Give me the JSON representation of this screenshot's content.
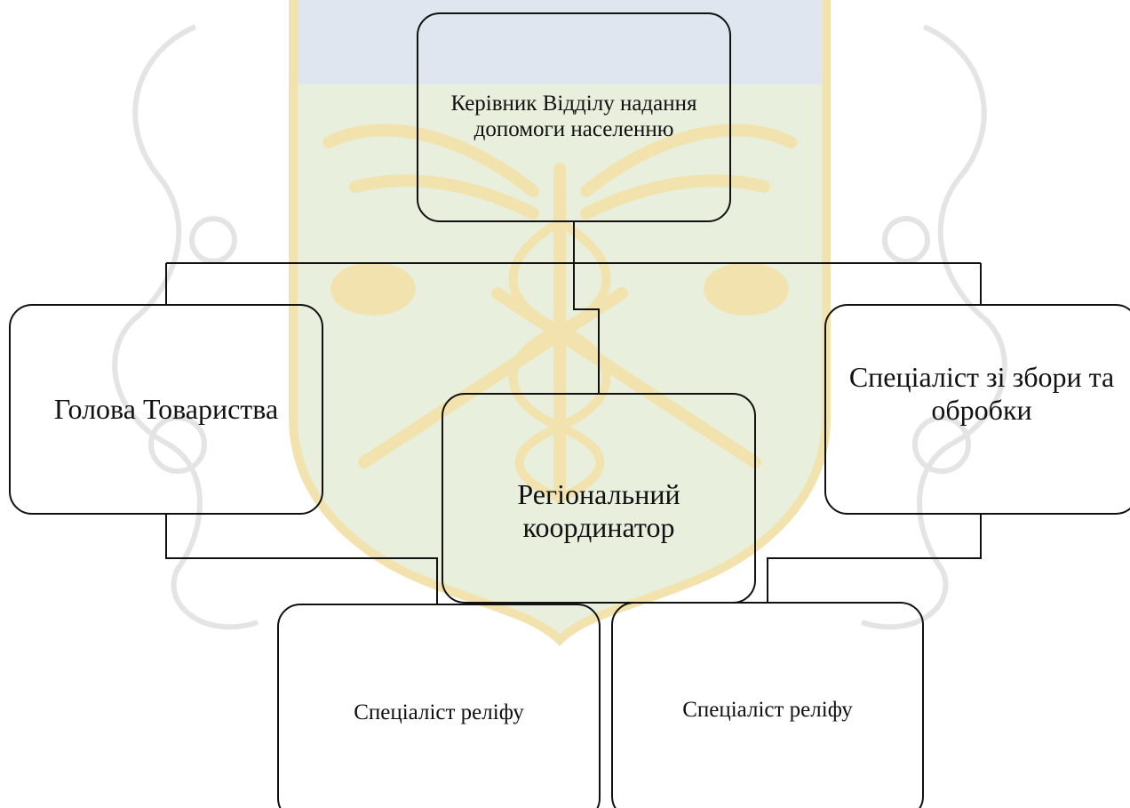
{
  "org_chart": {
    "head": "Керівник Відділу надання допомоги населенню",
    "chair": "Голова Товариства",
    "regional": "Регіональний координатор",
    "collection": "Спеціаліст зі збори та обробки",
    "relief_left": "Спеціаліст реліфу",
    "relief_right": "Спеціаліст реліфу"
  },
  "colors": {
    "line": "#111111",
    "emblem_blue": "#dfe6f0",
    "emblem_green": "#e8efdc",
    "emblem_gold": "#f2e3ae",
    "emblem_outline": "#e6e6e6"
  }
}
